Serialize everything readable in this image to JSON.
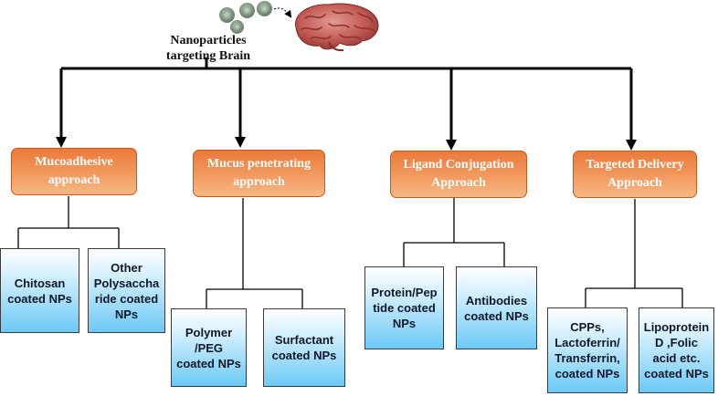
{
  "header": {
    "line1": "Nanoparticles",
    "line2": "targeting Brain"
  },
  "approaches": [
    {
      "line1": "Mucoadhesive",
      "line2": "approach"
    },
    {
      "line1": "Mucus penetrating",
      "line2": "approach"
    },
    {
      "line1": "Ligand Conjugation",
      "line2": "Approach"
    },
    {
      "line1": "Targeted Delivery",
      "line2": "Approach"
    }
  ],
  "leaves": [
    {
      "lines": [
        "Chitosan",
        "coated NPs"
      ]
    },
    {
      "lines": [
        "Other",
        "Polysaccha",
        "ride coated",
        "NPs"
      ]
    },
    {
      "lines": [
        "Polymer",
        "/PEG",
        "coated NPs"
      ]
    },
    {
      "lines": [
        "Surfactant",
        "coated NPs"
      ]
    },
    {
      "lines": [
        "Protein/Pep",
        "tide coated",
        "NPs"
      ]
    },
    {
      "lines": [
        "Antibodies",
        "coated NPs"
      ]
    },
    {
      "lines": [
        "CPPs,",
        "Lactoferrin/",
        "Transferrin,",
        "coated NPs"
      ]
    },
    {
      "lines": [
        "Lipoprotein",
        "D ,Folic",
        "acid etc.",
        "coated NPs"
      ]
    }
  ],
  "colors": {
    "orange": "#ee8447",
    "blue": "#6cc9f6",
    "line": "#000000"
  },
  "icons": {
    "nanoparticle": "nanoparticle-icon",
    "brain": "brain-icon"
  }
}
